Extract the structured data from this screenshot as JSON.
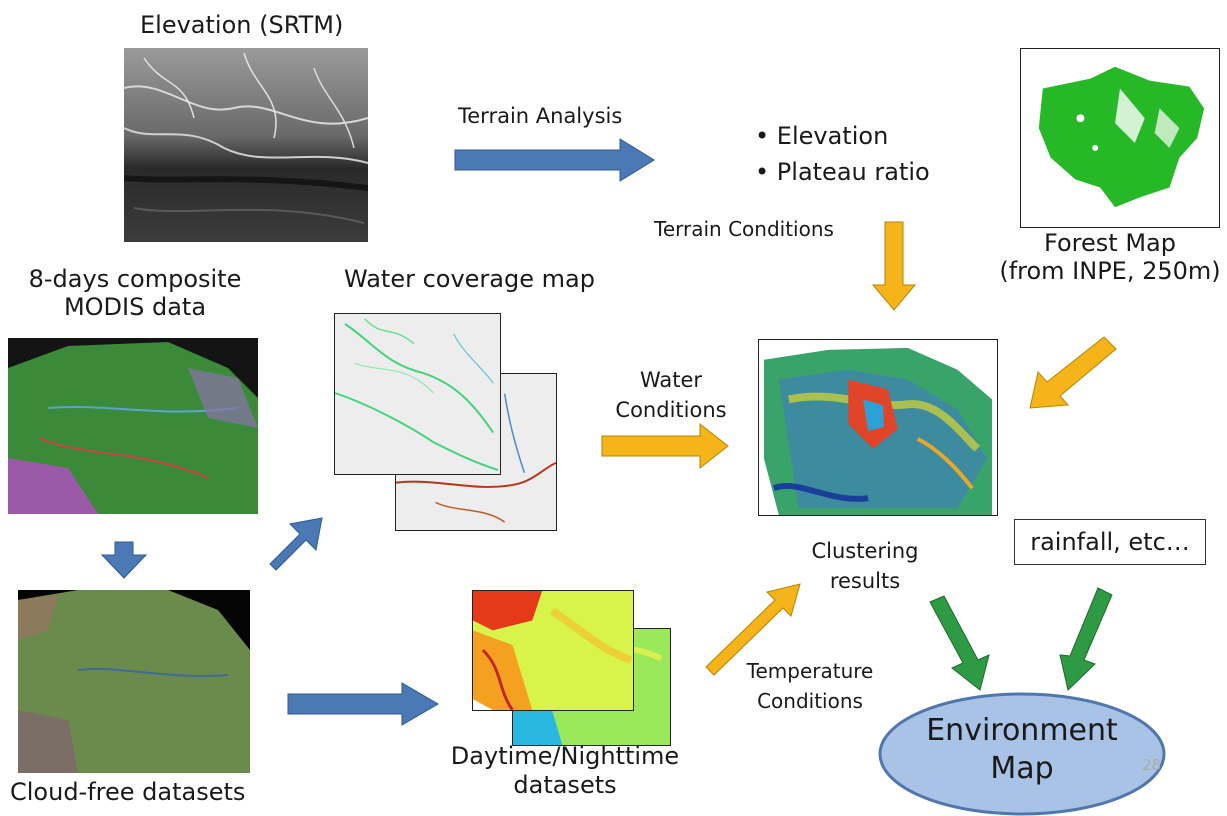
{
  "elevation": {
    "title": "Elevation (SRTM)"
  },
  "terrain_analysis": {
    "label": "Terrain Analysis"
  },
  "terrain_factors": {
    "items": [
      "Elevation",
      "Plateau ratio"
    ]
  },
  "terrain_conditions": {
    "label": "Terrain Conditions"
  },
  "forest_map": {
    "line1": "Forest Map",
    "line2": "(from INPE, 250m)"
  },
  "modis": {
    "line1": "8-days composite",
    "line2": "MODIS data"
  },
  "water_map": {
    "title": "Water coverage map"
  },
  "water_conditions": {
    "line1": "Water",
    "line2": "Conditions"
  },
  "clustering": {
    "line1": "Clustering",
    "line2": "results"
  },
  "rainfall": {
    "label": "rainfall, etc…"
  },
  "cloud_free": {
    "label": "Cloud-free datasets"
  },
  "day_night": {
    "line1": "Daytime/Nighttime",
    "line2": "datasets"
  },
  "temperature_conditions": {
    "line1": "Temperature",
    "line2": "Conditions"
  },
  "environment_map": {
    "line1": "Environment",
    "line2": "Map"
  },
  "page_number": "28",
  "colors": {
    "blue_arrow": "#4b79b5",
    "gold_arrow": "#f5b51a",
    "green_arrow": "#2e9a43",
    "ellipse_fill": "#a9c3e6",
    "ellipse_stroke": "#4f77ad"
  }
}
